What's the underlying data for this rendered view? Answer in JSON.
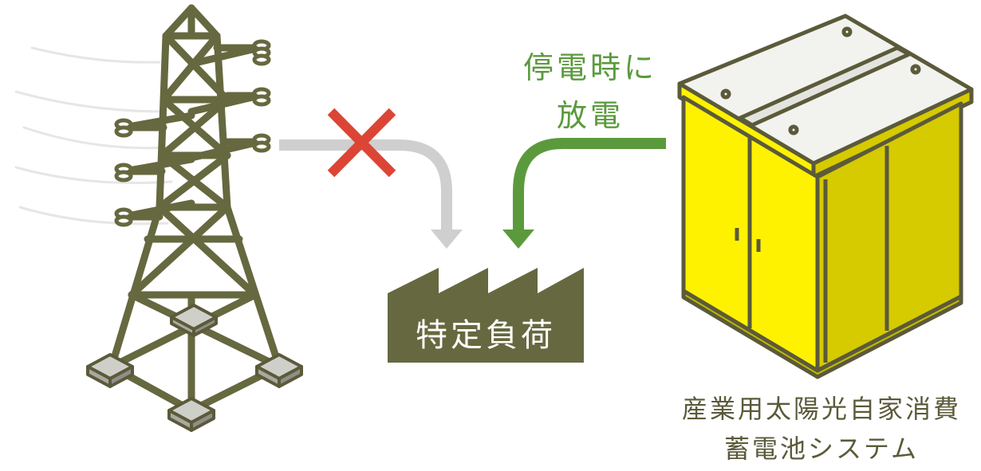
{
  "labels": {
    "discharge_line1": "停電時に",
    "discharge_line2": "放電",
    "factory": "特定負荷",
    "storage_line1": "産業用太陽光自家消費",
    "storage_line2": "蓄電池システム"
  },
  "colors": {
    "tower": "#66683f",
    "insulator_fill": "#ffffff",
    "footing": "#b8b8b2",
    "grid_arrow": "#cfcfcf",
    "blocked_mark": "#dc4536",
    "discharge_arrow": "#5b9a3c",
    "factory": "#66683f",
    "cabinet_front": "#fff200",
    "cabinet_side": "#d6ca00",
    "cabinet_roof": "#f2f2ee",
    "outline": "#5b5a3a"
  },
  "icons": [
    "power-tower-icon",
    "blocked-x-icon",
    "factory-icon",
    "battery-cabinet-icon"
  ]
}
